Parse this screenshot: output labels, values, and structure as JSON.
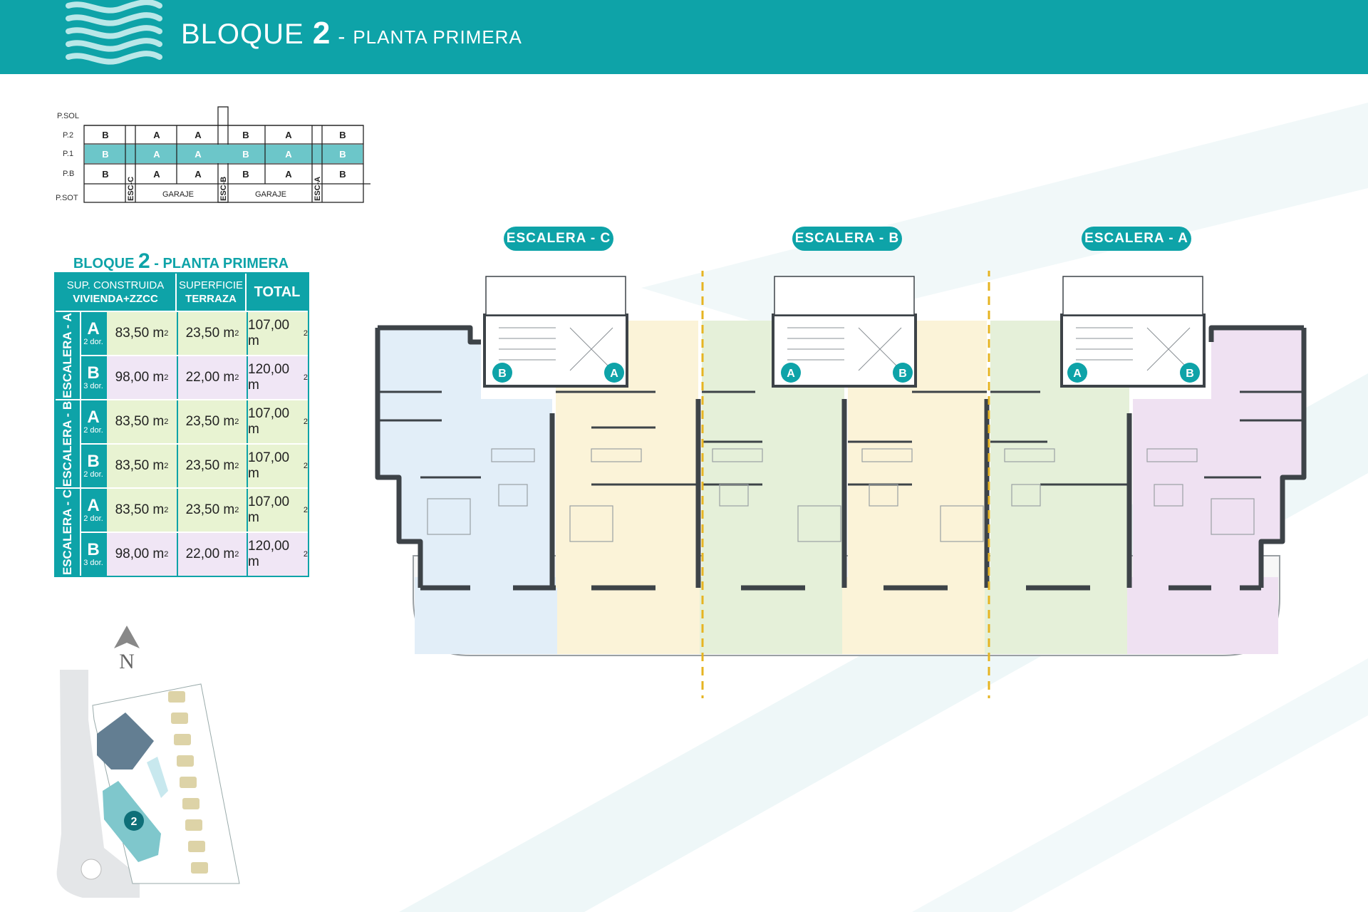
{
  "header": {
    "title_main": "BLOQUE",
    "title_number": "2",
    "title_dash": "-",
    "title_sub": "PLANTA PRIMERA",
    "logo_icon": "wave-logo-icon",
    "brand_color": "#0ea3a8"
  },
  "section_diagram": {
    "levels": [
      "P.SOL",
      "P.2",
      "P.1",
      "P.B",
      "P.SOT"
    ],
    "rows": {
      "p2": [
        "B",
        "A",
        "A",
        "B",
        "A",
        "B"
      ],
      "p1": [
        "B",
        "A",
        "A",
        "B",
        "A",
        "B"
      ],
      "pb": [
        "B",
        "A",
        "A",
        "B",
        "A",
        "B"
      ]
    },
    "stairs": [
      "ESC-C",
      "ESC-B",
      "ESC-A"
    ],
    "garages": [
      "GARAJE",
      "GARAJE"
    ],
    "highlight_level": "P.1"
  },
  "areas_table": {
    "title_prefix": "BLOQUE",
    "title_number": "2",
    "title_suffix": "- PLANTA PRIMERA",
    "col1_line1": "SUP. CONSTRUIDA",
    "col1_line2": "VIVIENDA+ZZCC",
    "col2_line1": "SUPERFICIE",
    "col2_line2": "TERRAZA",
    "col3": "TOTAL",
    "groups": [
      {
        "stair": "ESCALERA - A",
        "rows": [
          {
            "type": "A",
            "dorms": "2 dor.",
            "built": "83,50 m",
            "terrace": "23,50 m",
            "total": "107,00 m"
          },
          {
            "type": "B",
            "dorms": "3 dor.",
            "built": "98,00 m",
            "terrace": "22,00 m",
            "total": "120,00 m"
          }
        ]
      },
      {
        "stair": "ESCALERA - B",
        "rows": [
          {
            "type": "A",
            "dorms": "2 dor.",
            "built": "83,50 m",
            "terrace": "23,50 m",
            "total": "107,00 m"
          },
          {
            "type": "B",
            "dorms": "2 dor.",
            "built": "83,50 m",
            "terrace": "23,50 m",
            "total": "107,00 m"
          }
        ]
      },
      {
        "stair": "ESCALERA - C",
        "rows": [
          {
            "type": "A",
            "dorms": "2 dor.",
            "built": "83,50 m",
            "terrace": "23,50 m",
            "total": "107,00 m"
          },
          {
            "type": "B",
            "dorms": "3 dor.",
            "built": "98,00 m",
            "terrace": "22,00 m",
            "total": "120,00 m"
          }
        ]
      }
    ],
    "unit_sup": "2"
  },
  "plan": {
    "stair_labels": [
      "ESCALERA - C",
      "ESCALERA - B",
      "ESCALERA - A"
    ],
    "unit_markers": [
      "B",
      "A",
      "A",
      "B",
      "A",
      "B"
    ],
    "colors": {
      "blue": "#e2eef8",
      "yellow": "#fbf3d8",
      "green": "#e5f0d9",
      "purple": "#efe1f2",
      "wall": "#3d4348",
      "divider": "#e6b422"
    }
  },
  "compass_label": "N",
  "site_block_number": "2"
}
